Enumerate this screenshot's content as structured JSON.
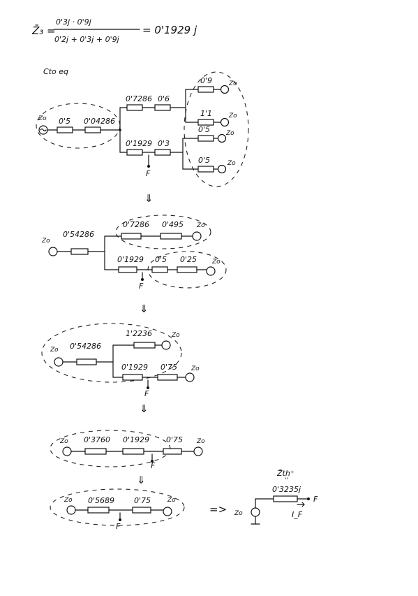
{
  "formula": {
    "lhs": "Z̄₃ =",
    "numerator": "0'3j · 0'9j",
    "denominator": "0'2j + 0'3j + 0'9j",
    "result": "= 0'1929 j"
  },
  "section_label": "Cto eq",
  "source_label": "Zo",
  "fault_label": "F",
  "stage1": {
    "r1": "0'5",
    "r2": "0'04286",
    "top": "0'7286",
    "top2": "0'6",
    "bot": "0'1929",
    "bot2": "0'3",
    "b1": "0'9",
    "b2": "1'1",
    "b3": "0'5",
    "b4": "0'5"
  },
  "stage2": {
    "r1": "0'54286",
    "top": "0'7286",
    "top2": "0'495",
    "bot": "0'1929",
    "bot2": "0'5",
    "bot3": "0'25"
  },
  "stage3": {
    "r1": "0'54286",
    "top": "1'2236",
    "bot": "0'1929",
    "bot2": "0'75"
  },
  "stage4": {
    "r1": "0'3760",
    "r2": "0'1929",
    "r3": "0'75"
  },
  "stage5": {
    "r1": "0'5689",
    "r2": "0'75"
  },
  "arrow": "⇓",
  "implies": "=>",
  "thevenin": {
    "label": "Z̄th⁺",
    "eq": "''",
    "value": "0'3235j",
    "current": "I_F"
  }
}
